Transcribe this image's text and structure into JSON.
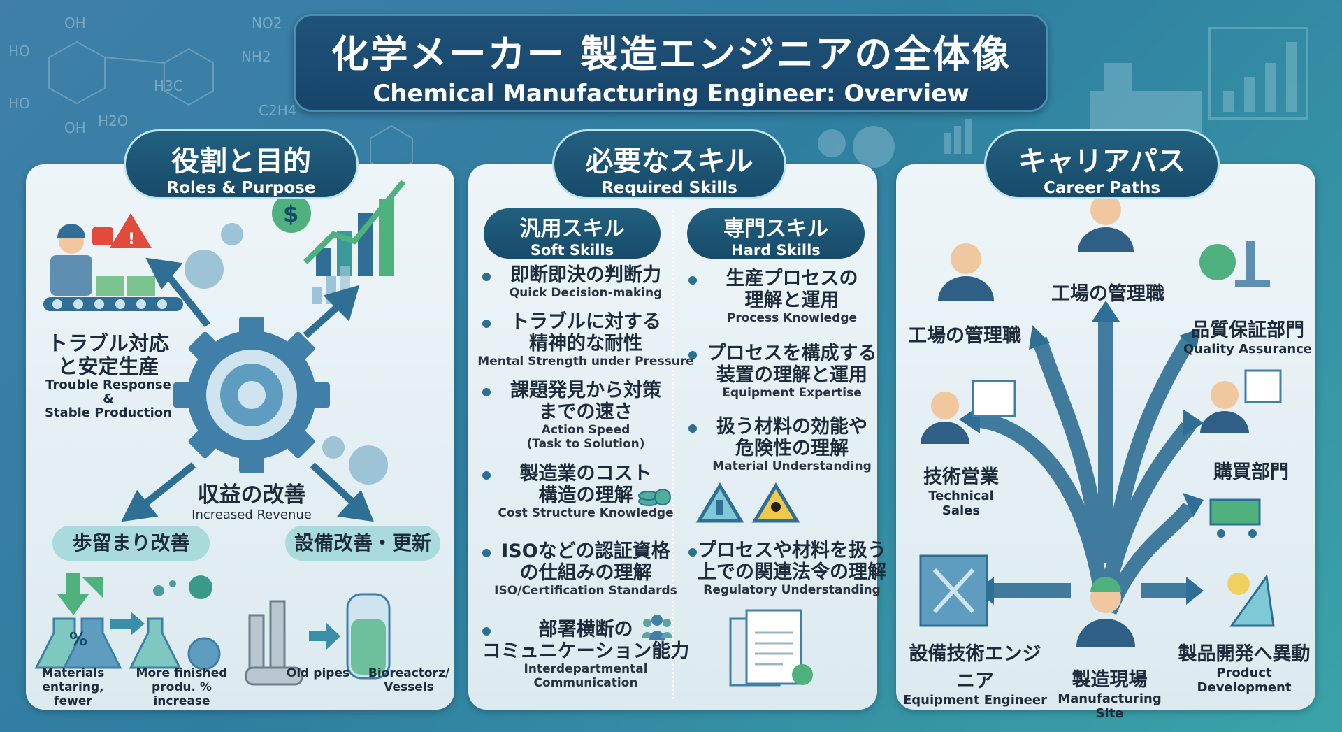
{
  "header": {
    "title_jp": "化学メーカー 製造エンジニアの全体像",
    "title_en": "Chemical Manufacturing Engineer: Overview"
  },
  "background_labels": [
    "HO",
    "OH",
    "NO2",
    "NH2",
    "H3C",
    "H2O",
    "C2H4",
    "HO",
    "OH"
  ],
  "roles": {
    "title_jp": "役割と目的",
    "title_en": "Roles & Purpose",
    "trouble_jp_1": "トラブル対応",
    "trouble_jp_2": "と安定生産",
    "trouble_en_1": "Trouble Response &",
    "trouble_en_2": "Stable Production",
    "revenue_jp": "収益の改善",
    "revenue_en": "Increased Revenue",
    "yield_label": "歩留まり改善",
    "equipment_label": "設備改善・更新",
    "yield_left_1": "Materials",
    "yield_left_2": "entaring, fewer",
    "yield_right_1": "More finished",
    "yield_right_2": "produ. % increase",
    "pipes": "Old pipes",
    "reactor_1": "Bioreactorz/",
    "reactor_2": "Vessels",
    "percent": "%",
    "dollar": "$"
  },
  "skills": {
    "title_jp": "必要なスキル",
    "title_en": "Required Skills",
    "soft": {
      "title_jp": "汎用スキル",
      "title_en": "Soft Skills",
      "items": [
        {
          "jp": "即断即決の判断力",
          "en": "Quick Decision-making"
        },
        {
          "jp": "トラブルに対する\n精神的な耐性",
          "en": "Mental Strength under Pressure"
        },
        {
          "jp": "課題発見から対策\nまでの速さ",
          "en": "Action Speed\n(Task to Solution)"
        },
        {
          "jp": "製造業のコスト\n構造の理解",
          "en": "Cost Structure Knowledge"
        },
        {
          "jp": "ISOなどの認証資格\nの仕組みの理解",
          "en": "ISO/Certification Standards"
        },
        {
          "jp": "部署横断の\nコミュニケーション能力",
          "en": "Interdepartmental Communication"
        }
      ]
    },
    "hard": {
      "title_jp": "専門スキル",
      "title_en": "Hard Skills",
      "items": [
        {
          "jp": "生産プロセスの\n理解と運用",
          "en": "Process Knowledge"
        },
        {
          "jp": "プロセスを構成する\n装置の理解と運用",
          "en": "Equipment Expertise"
        },
        {
          "jp": "扱う材料の効能や\n危険性の理解",
          "en": "Material Understanding"
        },
        {
          "jp": "プロセスや材料を扱う\n上での関連法令の理解",
          "en": "Regulatory Understanding"
        }
      ]
    }
  },
  "careers": {
    "title_jp": "キャリアパス",
    "title_en": "Career Paths",
    "factory_mgmt_top": "工場の管理職",
    "factory_mgmt_left": "工場の管理職",
    "qa_jp": "品質保証部門",
    "qa_en": "Quality Assurance",
    "sales_jp": "技術営業",
    "sales_en": "Technical Sales",
    "purchasing_jp": "購買部門",
    "equip_jp": "設備技術エンジニア",
    "equip_en": "Equipment Engineer",
    "site_jp": "製造現場",
    "site_en": "Manufacturing Site",
    "dev_jp": "製品開発へ異動",
    "dev_en": "Product Development"
  },
  "colors": {
    "navy": "#174a6a",
    "teal": "#3aa3a8",
    "arrow": "#2f6f95",
    "green": "#4fb27e"
  }
}
